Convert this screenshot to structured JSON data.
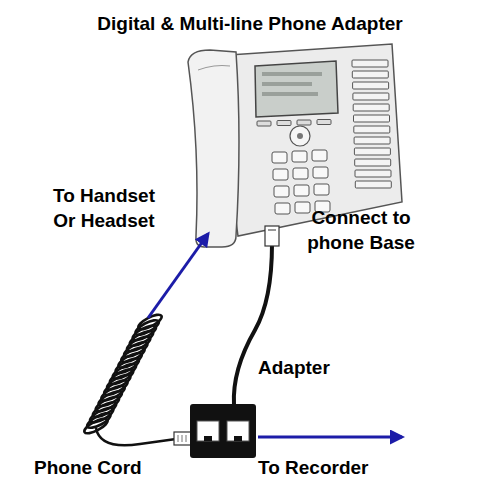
{
  "diagram": {
    "title": "Digital & Multi-line Phone Adapter",
    "labels": [
      "To Handset Or Headset",
      "Connect to phone Base",
      "Adapter",
      "Phone Cord",
      "To Recorder"
    ]
  }
}
